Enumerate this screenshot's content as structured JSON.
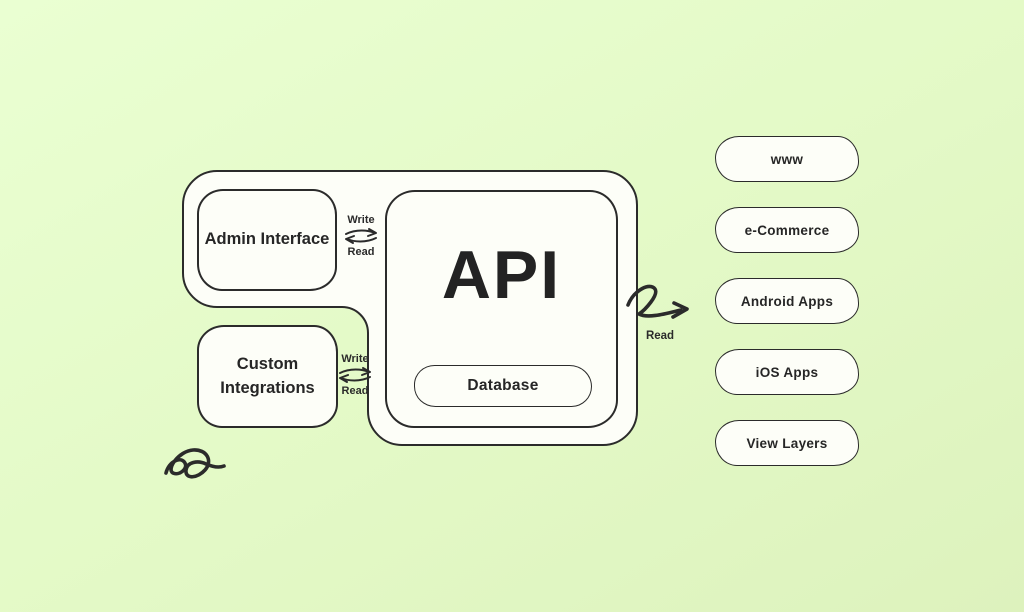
{
  "colors": {
    "background_start": "#eaffd2",
    "background_end": "#ddf2bd",
    "surface": "#fdfef8",
    "ink": "#2b2b2b"
  },
  "diagram": {
    "admin_box": {
      "label": "Admin Interface"
    },
    "custom_box": {
      "label": "Custom Integrations"
    },
    "api_box": {
      "title": "API"
    },
    "database_pill": {
      "label": "Database"
    },
    "rw_admin": {
      "write": "Write",
      "read": "Read"
    },
    "rw_custom": {
      "write": "Write",
      "read": "Read"
    },
    "api_out_arrow": {
      "label": "Read"
    },
    "clients": [
      {
        "label": "www"
      },
      {
        "label": "e-Commerce"
      },
      {
        "label": "Android Apps"
      },
      {
        "label": "iOS Apps"
      },
      {
        "label": "View Layers"
      }
    ]
  }
}
